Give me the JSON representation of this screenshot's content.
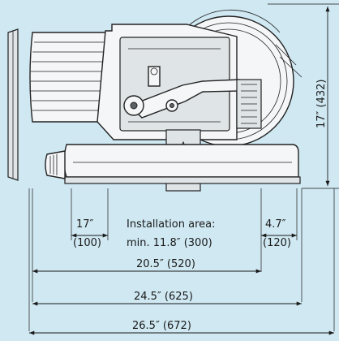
{
  "colors": {
    "background": "#cfe8f2",
    "ink": "#1a1a1a",
    "machine_fill": "#f4f6f7",
    "machine_shade": "#dfe4e7"
  },
  "dimensions": {
    "height_label": "17″ (432)",
    "left_clearance": {
      "in": "17″",
      "mm": "(100)"
    },
    "installation_area": {
      "line1": "Installation area:",
      "line2": "min. 11.8″ (300)"
    },
    "right_clearance": {
      "in": "4.7″",
      "mm": "(120)"
    },
    "width_1": "20.5″ (520)",
    "width_2": "24.5″ (625)",
    "width_3": "26.5″ (672)"
  }
}
